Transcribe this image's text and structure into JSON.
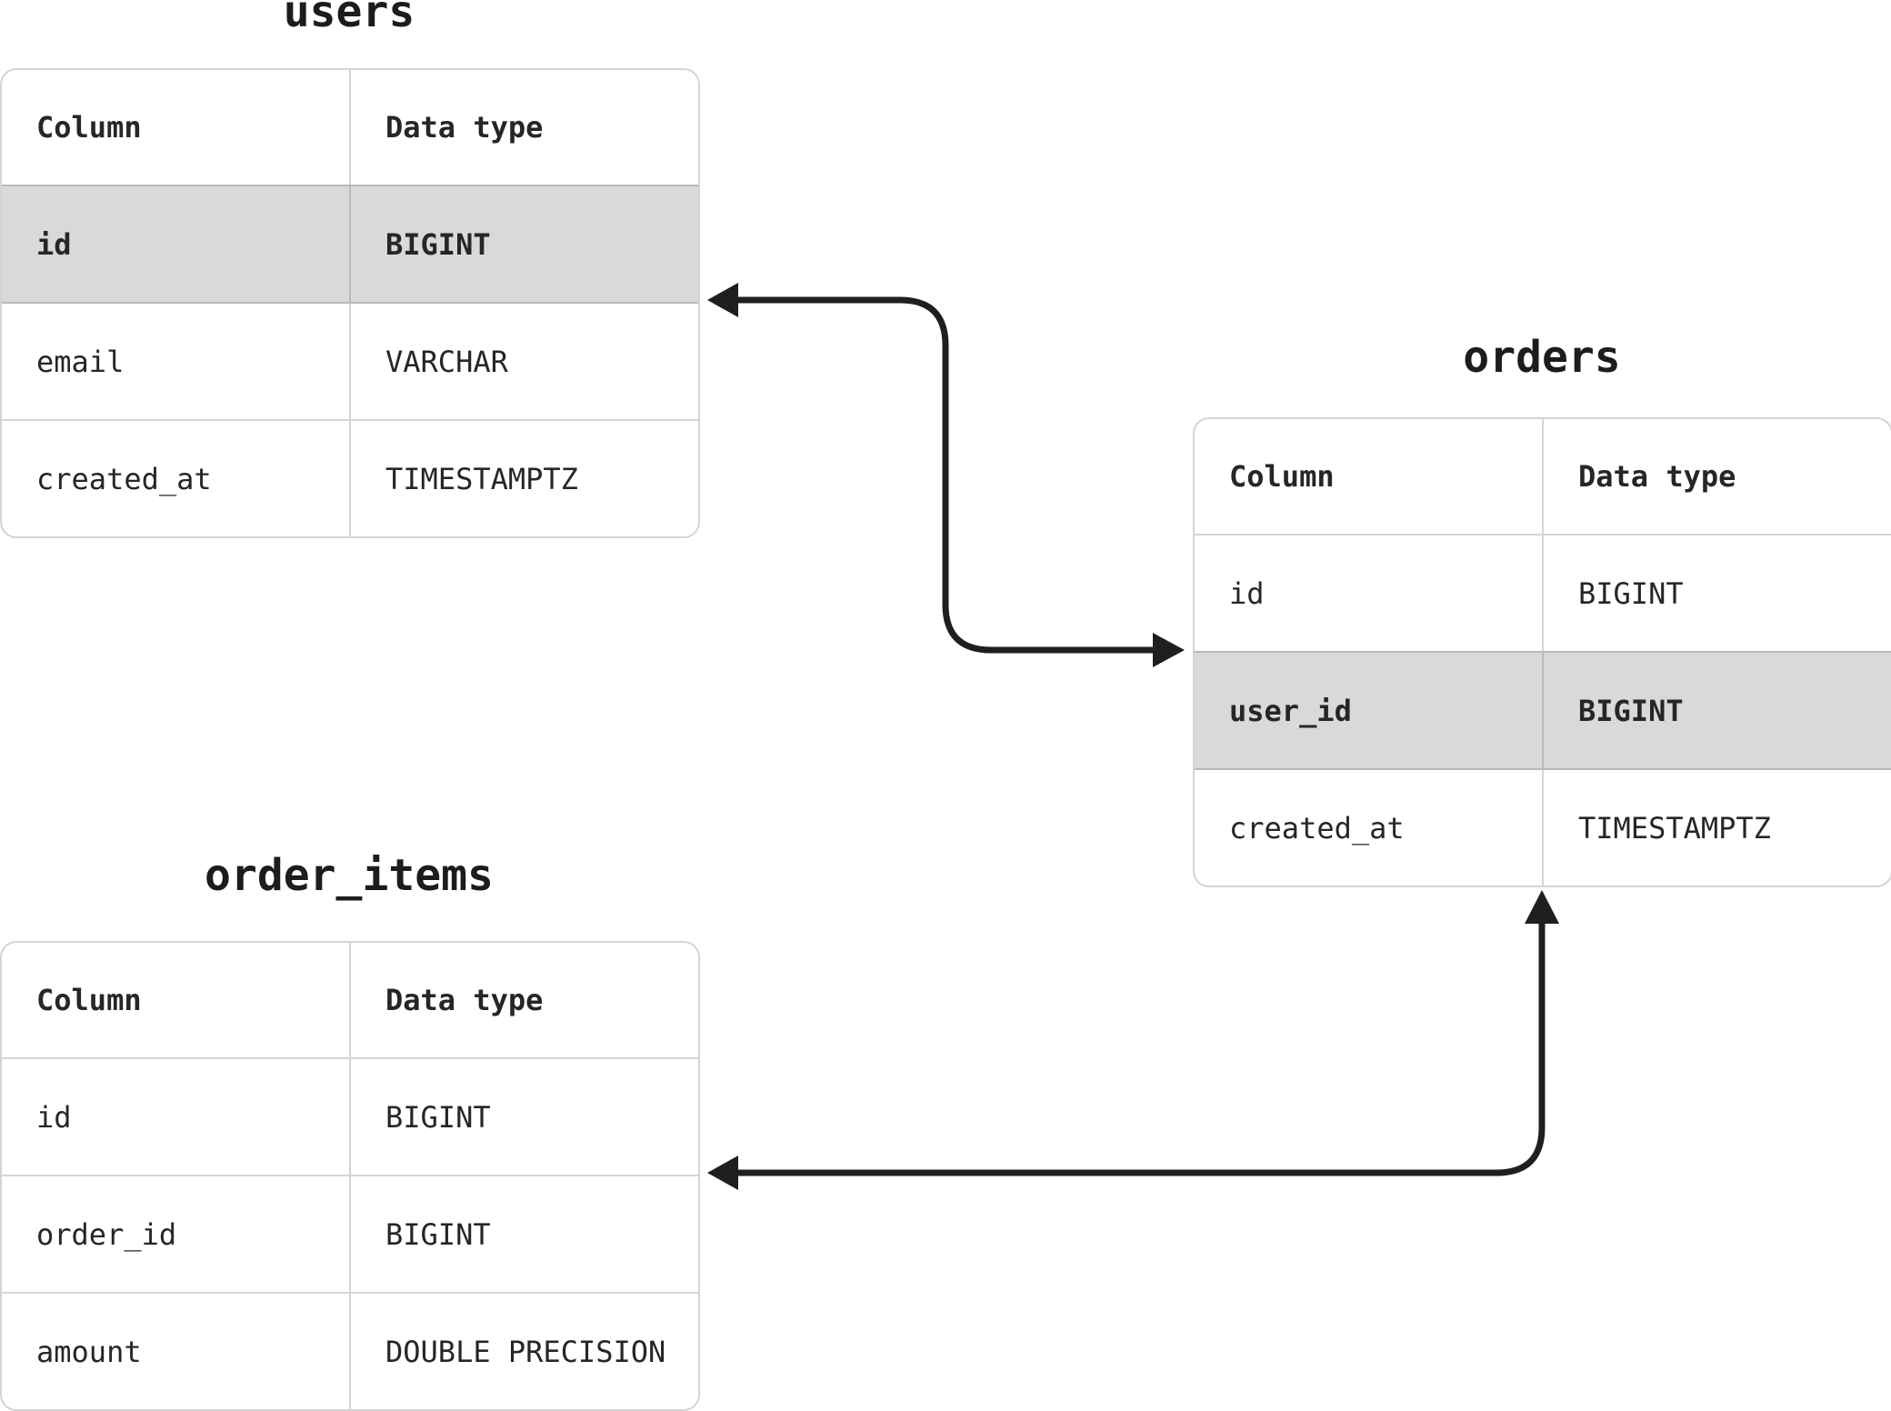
{
  "tables": {
    "users": {
      "title": "users",
      "header": {
        "column": "Column",
        "data_type": "Data type"
      },
      "rows": [
        {
          "column": "id",
          "data_type": "BIGINT",
          "highlighted": true
        },
        {
          "column": "email",
          "data_type": "VARCHAR",
          "highlighted": false
        },
        {
          "column": "created_at",
          "data_type": "TIMESTAMPTZ",
          "highlighted": false
        }
      ]
    },
    "orders": {
      "title": "orders",
      "header": {
        "column": "Column",
        "data_type": "Data type"
      },
      "rows": [
        {
          "column": "id",
          "data_type": "BIGINT",
          "highlighted": false
        },
        {
          "column": "user_id",
          "data_type": "BIGINT",
          "highlighted": true
        },
        {
          "column": "created_at",
          "data_type": "TIMESTAMPTZ",
          "highlighted": false
        }
      ]
    },
    "order_items": {
      "title": "order_items",
      "header": {
        "column": "Column",
        "data_type": "Data type"
      },
      "rows": [
        {
          "column": "id",
          "data_type": "BIGINT",
          "highlighted": false
        },
        {
          "column": "order_id",
          "data_type": "BIGINT",
          "highlighted": false
        },
        {
          "column": "amount",
          "data_type": "DOUBLE PRECISION",
          "highlighted": false
        }
      ]
    }
  },
  "relationships": [
    {
      "from": "orders.user_id",
      "to": "users.id"
    },
    {
      "from": "order_items.order_id",
      "to": "orders"
    }
  ],
  "colors": {
    "line": "#1f1f1f",
    "highlight_row": "#d9d9d9",
    "border": "#d4d4d4"
  }
}
